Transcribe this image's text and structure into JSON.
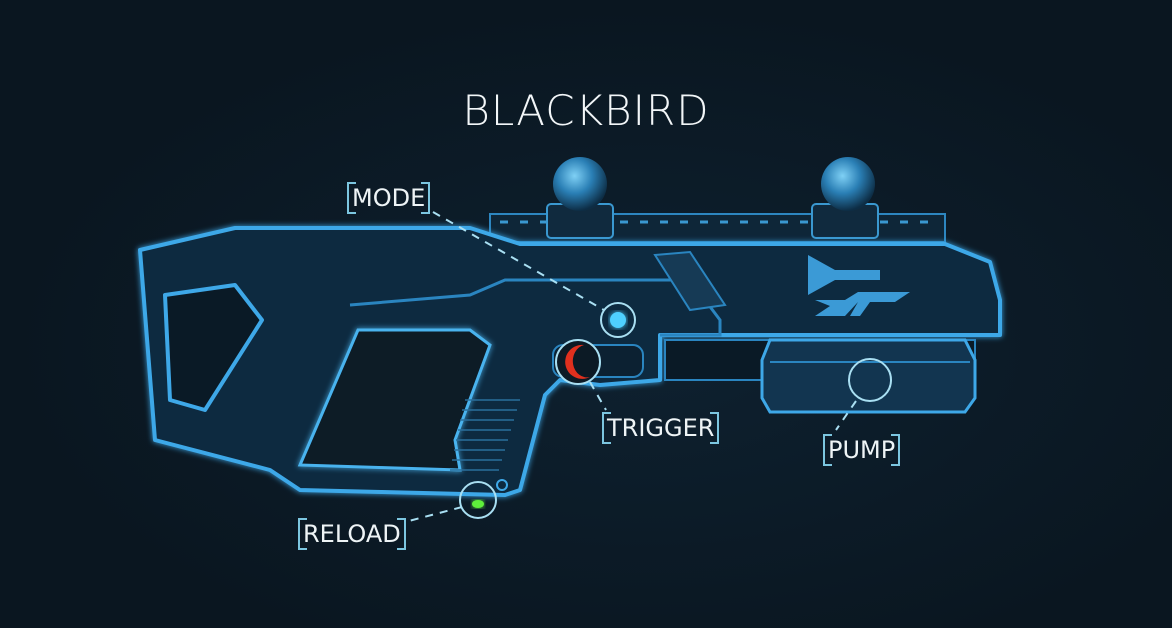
{
  "title": "BLACKBIRD",
  "callouts": {
    "mode": "MODE",
    "trigger": "TRIGGER",
    "pump": "PUMP",
    "reload": "RELOAD"
  },
  "colors": {
    "outline": "#3ea8e8",
    "body": "#0f2c42",
    "mode_led": "#4fd0ff",
    "trigger": "#e0301e",
    "reload_led": "#5ef03a"
  }
}
